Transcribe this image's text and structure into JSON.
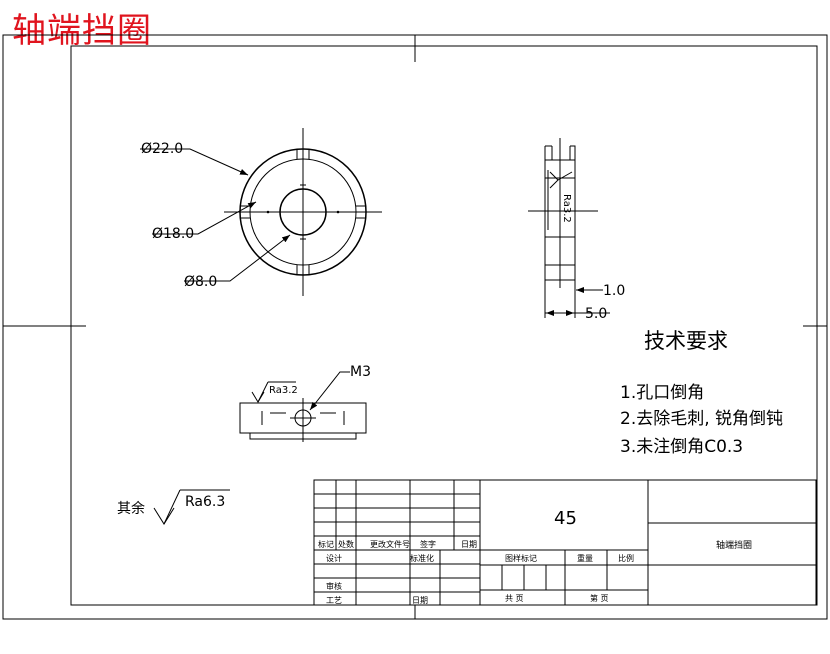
{
  "title": "轴端挡圈",
  "front_view": {
    "dim_outer": "Ø22.0",
    "dim_mid": "Ø18.0",
    "dim_inner": "Ø8.0"
  },
  "side_view": {
    "roughness": "Ra3.2",
    "dim_small": "1.0",
    "dim_width": "5.0"
  },
  "section_view": {
    "thread": "M3",
    "roughness": "Ra3.2"
  },
  "tech_req": {
    "heading": "技术要求",
    "items": [
      "1.孔口倒角",
      "2.去除毛刺, 锐角倒钝",
      "3.未注倒角C0.3"
    ]
  },
  "remaining_roughness": {
    "label": "其余",
    "value": "Ra6.3"
  },
  "title_block": {
    "material": "45",
    "part_name": "轴端挡圈",
    "headers": [
      "标记",
      "处数",
      "更改文件号",
      "签字",
      "日期"
    ],
    "design": "设计",
    "standardize": "标准化",
    "stage_mark": "图样标记",
    "weight": "重量",
    "scale": "比例",
    "review": "审核",
    "process": "工艺",
    "date": "日期",
    "sheets_total": "共    页",
    "sheet_no": "第    页"
  }
}
